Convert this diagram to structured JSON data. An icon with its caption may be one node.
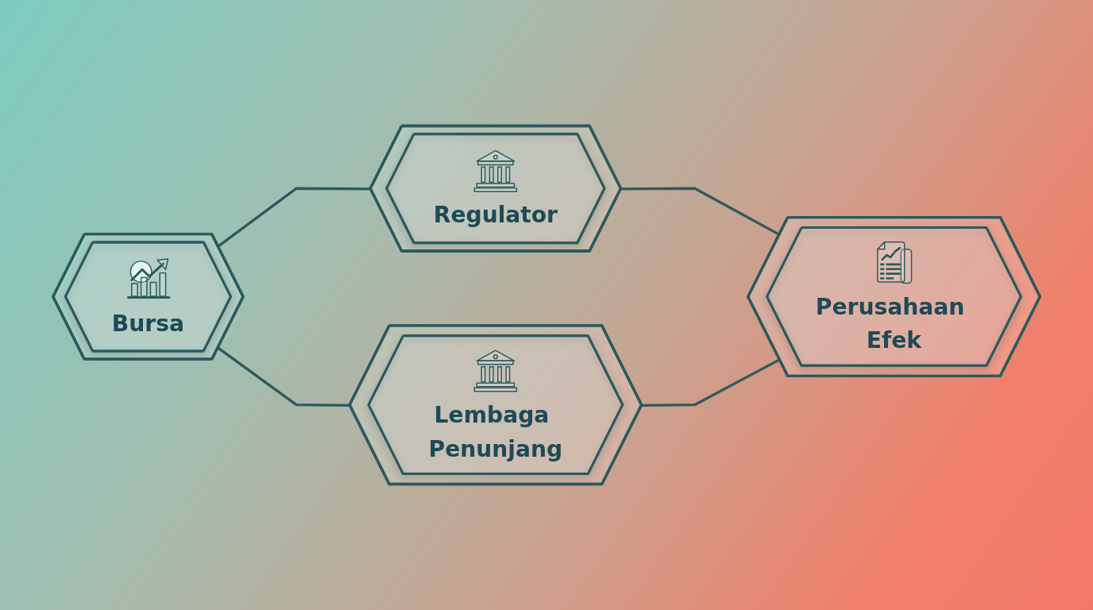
{
  "diagram": {
    "nodes": [
      {
        "text": [
          "Bursa"
        ]
      },
      {
        "text": [
          "Regulator"
        ]
      },
      {
        "text": [
          "Lembaga Penunjang"
        ]
      },
      {
        "text": [
          "Perusahaan Efek"
        ]
      }
    ],
    "edges": [
      {
        "from": 0,
        "to": 1,
        "arrow": "none"
      },
      {
        "from": 1,
        "to": 3,
        "arrow": "none"
      },
      {
        "from": 0,
        "to": 2,
        "arrow": "none"
      },
      {
        "from": 2,
        "to": 3,
        "arrow": "none"
      }
    ]
  }
}
